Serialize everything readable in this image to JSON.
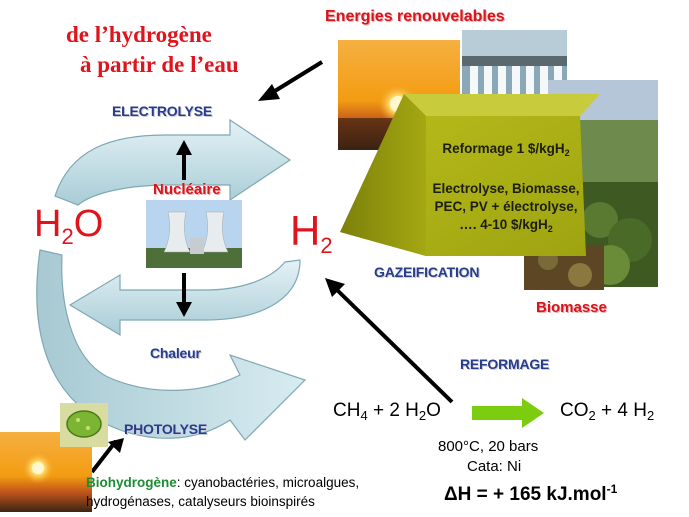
{
  "title": {
    "line1": "de l’hydrogène",
    "line2": "à partir de l’eau"
  },
  "sources": {
    "renewables": "Energies renouvelables",
    "nuclear": "Nucléaire",
    "biomass": "Biomasse"
  },
  "processes": {
    "electrolysis": "ELECTROLYSE",
    "heat": "Chaleur",
    "photolysis": "PHOTOLYSE",
    "gasification": "GAZEIFICATION",
    "reforming": "REFORMAGE"
  },
  "molecules": {
    "water_main": "H",
    "water_sub": "2",
    "water_tail": "O",
    "hydrogen_main": "H",
    "hydrogen_sub": "2"
  },
  "cost_box": {
    "reforming_cost": "Reformage 1 $/kgH",
    "reforming_cost_sub": "2",
    "line1": "Electrolyse, Biomasse,",
    "line2": "PEC, PV + électrolyse,",
    "line3": "…. 4-10 $/kgH",
    "line3_sub": "2"
  },
  "equation": {
    "lhs_a": "CH",
    "lhs_a_sub": "4",
    "lhs_b": " + 2 H",
    "lhs_b_sub": "2",
    "lhs_c": "O",
    "rhs_a": "CO",
    "rhs_a_sub": "2",
    "rhs_b": " + 4 H",
    "rhs_b_sub": "2",
    "conditions": "800°C, 20 bars",
    "catalyst": "Cata: Ni",
    "enthalpy_symbol": "ΔH",
    "enthalpy_value": " = + 165 kJ.mol",
    "enthalpy_exp": "-1"
  },
  "biohydrogen": {
    "term": "Biohydrogène",
    "rest_line1": ": cyanobactéries, microalgues,",
    "line2": "hydrogénases, catalyseurs bioinspirés"
  },
  "colors": {
    "title_red": "#e0141c",
    "process_blue": "#283c8c",
    "cycle_arrow_light": "#cfe8ee",
    "cycle_arrow_dark": "#7fa8b4",
    "prism_olive": "#aab014",
    "reform_arrow_green": "#7ccc10",
    "bio_green": "#1e8c34"
  }
}
